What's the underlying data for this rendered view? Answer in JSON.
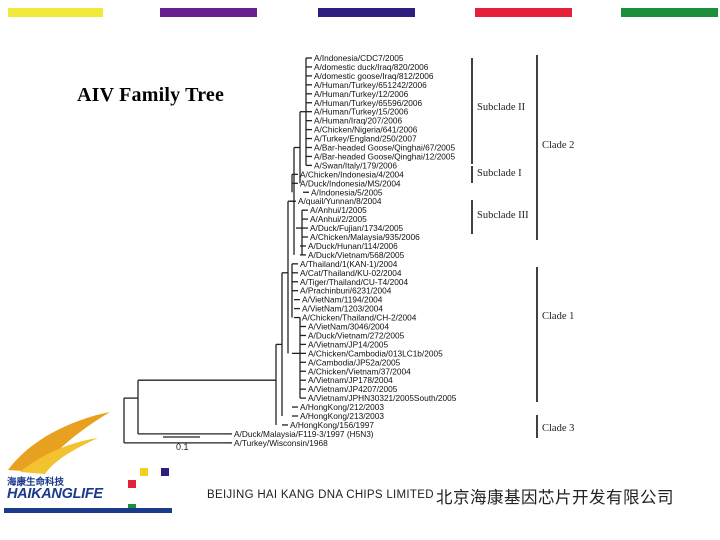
{
  "header": {
    "color_bars": [
      "#f2ea3a",
      "#6a1f8e",
      "#2e1f7f",
      "#e5203a",
      "#1c8f3c"
    ]
  },
  "title": "AIV Family Tree",
  "tree": {
    "leaves": [
      "A/Indonesia/CDC7/2005",
      "A/domestic duck/Iraq/820/2006",
      "A/domestic goose/Iraq/812/2006",
      "A/Human/Turkey/651242/2006",
      "A/Human/Turkey/12/2006",
      "A/Human/Turkey/65596/2006",
      "A/Human/Turkey/15/2006",
      "A/Human/Iraq/207/2006",
      "A/Chicken/Nigeria/641/2006",
      "A/Turkey/England/250/2007",
      "A/Bar-headed Goose/Qinghai/67/2005",
      "A/Bar-headed Goose/Qinghai/12/2005",
      "A/Swan/Italy/179/2006",
      "A/Chicken/Indonesia/4/2004",
      "A/Duck/Indonesia/MS/2004",
      "A/Indonesia/5/2005",
      "A/quail/Yunnan/8/2004",
      "A/Anhui/1/2005",
      "A/Anhui/2/2005",
      "A/Duck/Fujian/1734/2005",
      "A/Chicken/Malaysia/935/2006",
      "A/Duck/Hunan/114/2006",
      "A/Duck/Vietnam/568/2005",
      "A/Thailand/1(KAN-1)/2004",
      "A/Cat/Thailand/KU-02/2004",
      "A/Tiger/Thailand/CU-T4/2004",
      "A/Prachinburi/6231/2004",
      "A/VietNam/1194/2004",
      "A/VietNam/1203/2004",
      "A/Chicken/Thailand/CH-2/2004",
      "A/VietNam/3046/2004",
      "A/Duck/Vietnam/272/2005",
      "A/Vietnam/JP14/2005",
      "A/Chicken/Cambodia/013LC1b/2005",
      "A/Cambodia/JP52a/2005",
      "A/Chicken/Vietnam/37/2004",
      "A/Vietnam/JP178/2004",
      "A/Vietnam/JP4207/2005",
      "A/Vietnam/JPHN30321/2005South/2005",
      "A/HongKong/212/2003",
      "A/HongKong/213/2003",
      "A/HongKong/156/1997",
      "A/Duck/Malaysia/F119-3/1997 (H5N3)",
      "A/Turkey/Wisconsin/1968"
    ],
    "subclades": [
      "Subclade II",
      "Subclade I",
      "Subclade III"
    ],
    "clades": [
      "Clade 2",
      "Clade 1",
      "Clade 3"
    ],
    "scale_label": "0.1"
  },
  "footer": {
    "logo_cn": "海康生命科技",
    "logo_en_main": "HAIKANG",
    "logo_en_accent": "LIFE",
    "company_en": "BEIJING HAI KANG DNA CHIPS LIMITED",
    "company_cn": "北京海康基因芯片开发有限公司"
  }
}
